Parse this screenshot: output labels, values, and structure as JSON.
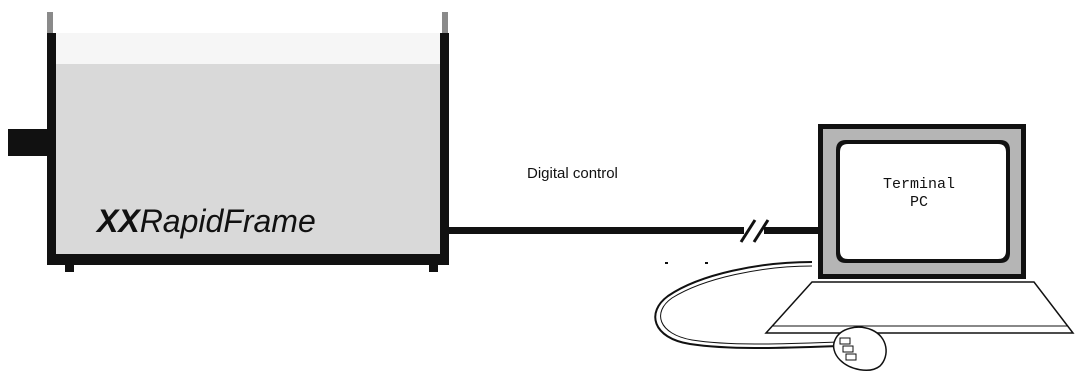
{
  "device": {
    "brand_prefix": "XX",
    "brand_name": "RapidFrame"
  },
  "connection": {
    "label": "Digital control"
  },
  "terminal": {
    "line1": "Terminal",
    "line2": "PC"
  },
  "colors": {
    "device_fill": "#d9d9d9",
    "frame": "#111111",
    "bezel": "#b5b5b5",
    "connector": "#8a8a8a"
  }
}
